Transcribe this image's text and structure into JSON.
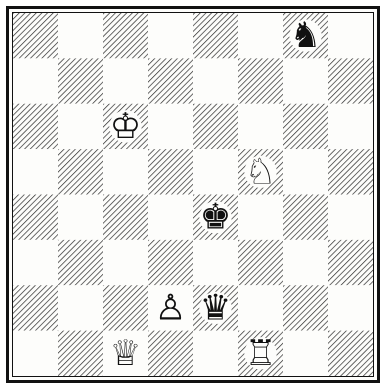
{
  "board": {
    "files": 8,
    "ranks": 8,
    "light_square_color": "#fdfdfb",
    "dark_square_hatch_color": "#2a2a2a",
    "pieces": [
      {
        "name": "black-knight",
        "symbol": "♞",
        "color": "black",
        "square": "g8"
      },
      {
        "name": "white-king",
        "symbol": "♔",
        "color": "white",
        "square": "c6"
      },
      {
        "name": "white-knight",
        "symbol": "♘",
        "color": "white",
        "square": "f5"
      },
      {
        "name": "black-king",
        "symbol": "♚",
        "color": "black",
        "square": "e4"
      },
      {
        "name": "white-pawn",
        "symbol": "♙",
        "color": "white",
        "square": "d2"
      },
      {
        "name": "black-queen",
        "symbol": "♛",
        "color": "black",
        "square": "e2"
      },
      {
        "name": "white-queen",
        "symbol": "♕",
        "color": "white",
        "square": "c1"
      },
      {
        "name": "white-rook",
        "symbol": "♖",
        "color": "white",
        "square": "f1"
      }
    ]
  }
}
